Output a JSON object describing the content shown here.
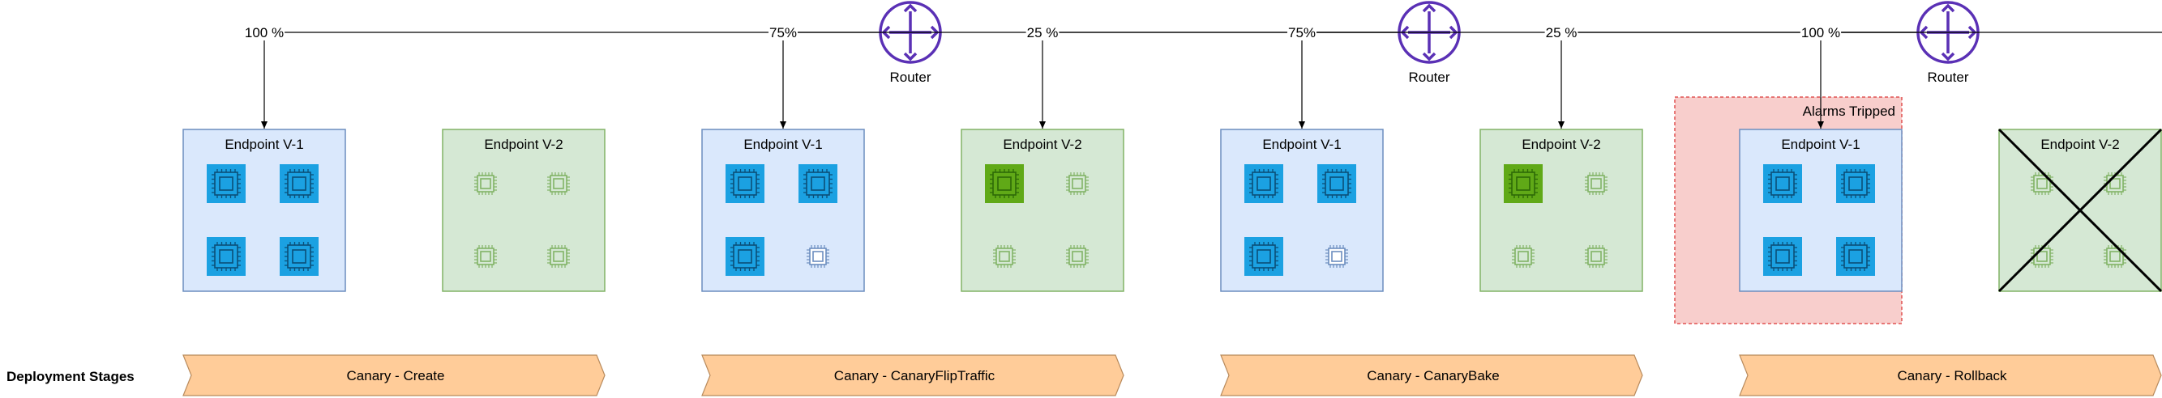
{
  "colors": {
    "router": "#5a30b5",
    "v1_fill": "#dae8fc",
    "v1_stroke": "#6c8ebf",
    "v2_fill": "#d5e8d4",
    "v2_stroke": "#82b366",
    "chip_active_v1": "#1ba1e2",
    "chip_idle_v1_outline": "#6c8ebf",
    "chip_active_v2": "#60a917",
    "chip_idle_v2_outline": "#82b366",
    "alarm_fill": "#f8cecc",
    "alarm_stroke": "#e05252",
    "stage_fill": "#ffcc99",
    "stage_stroke": "#b88a5c"
  },
  "deployment_label": "Deployment Stages",
  "stages": [
    {
      "router_label": "Router",
      "left_pct": "100 %",
      "right_pct": "",
      "endpoint_v1": "Endpoint V-1",
      "endpoint_v2": "Endpoint V-2",
      "v1_chips": [
        "active",
        "active",
        "active",
        "active"
      ],
      "v2_chips": [
        "idle",
        "idle",
        "idle",
        "idle"
      ],
      "alarm_label": "",
      "crossed_out": false,
      "stage_label": "Canary - Create"
    },
    {
      "router_label": "Router",
      "left_pct": "75%",
      "right_pct": "25 %",
      "endpoint_v1": "Endpoint V-1",
      "endpoint_v2": "Endpoint V-2",
      "v1_chips": [
        "active",
        "active",
        "active",
        "idle"
      ],
      "v2_chips": [
        "active",
        "idle",
        "idle",
        "idle"
      ],
      "alarm_label": "",
      "crossed_out": false,
      "stage_label": "Canary - CanaryFlipTraffic"
    },
    {
      "router_label": "Router",
      "left_pct": "75%",
      "right_pct": "25 %",
      "endpoint_v1": "Endpoint V-1",
      "endpoint_v2": "Endpoint V-2",
      "v1_chips": [
        "active",
        "active",
        "active",
        "idle"
      ],
      "v2_chips": [
        "active",
        "idle",
        "idle",
        "idle"
      ],
      "alarm_label": "Alarms Tripped",
      "crossed_out": false,
      "stage_label": "Canary - CanaryBake"
    },
    {
      "router_label": "Router",
      "left_pct": "100 %",
      "right_pct": "",
      "endpoint_v1": "Endpoint V-1",
      "endpoint_v2": "Endpoint V-2",
      "v1_chips": [
        "active",
        "active",
        "active",
        "active"
      ],
      "v2_chips": [
        "idle",
        "idle",
        "idle",
        "idle"
      ],
      "alarm_label": "",
      "crossed_out": true,
      "stage_label": "Canary - Rollback"
    }
  ]
}
